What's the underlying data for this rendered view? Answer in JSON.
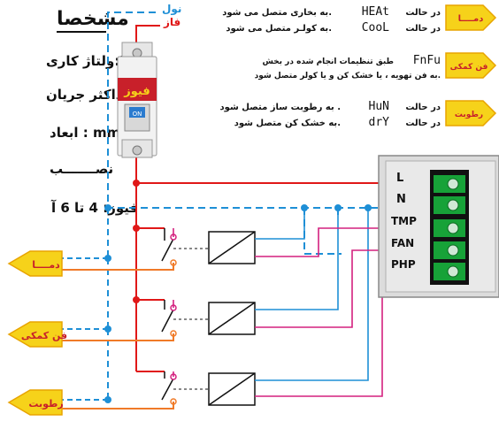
{
  "colors": {
    "live": "#e01818",
    "neutral": "#1e8fd6",
    "orange": "#f07a28",
    "magenta": "#d4217f",
    "yellow": "#f6d21a",
    "breaker_red": "#c8202a",
    "terminal_green": "#17a238"
  },
  "labels": {
    "neutral": "نول",
    "phase": "فاز",
    "fuse": "فیوز",
    "breaker_on": "ON"
  },
  "terminals": [
    "L",
    "N",
    "TMP",
    "FAN",
    "PHP"
  ],
  "side_text": {
    "title": "مشخصا",
    "voltage": "ولتاژ کاری:Hz",
    "current": "حداکثر جریان",
    "dims": "ابعاد :  mm",
    "mount": "نصـــــــب",
    "fuse": "فیوز: 4 تا 6 آ"
  },
  "tags": {
    "heat_cool": "دمــــا",
    "fan": "فن کمکی",
    "humidity": "رطوبت"
  },
  "notes": {
    "heat_code": "HEAt",
    "heat_pre": "در حالت",
    "heat_post": "به بخاری متصل می شود.",
    "cool_code": "CooL",
    "cool_pre": "در حالت",
    "cool_post": "به کولـر متصل می شود.",
    "fan_code": "FnFu",
    "fan_line1": "طبق تنظیمات انجام شده در بخش",
    "fan_line2": "به فن تهویه ، یا خشک کن و یا کولر متصل شود.",
    "hum_code": "HuN",
    "hum_pre": "در حالت",
    "hum_post": "به رطوبت ساز متصل شود .",
    "dry_code": "drY",
    "dry_pre": "در حالت",
    "dry_post": "به خشک کن متصل شود."
  },
  "outputs": [
    "دمــــا",
    "فن کمکی",
    "رطوبت"
  ]
}
